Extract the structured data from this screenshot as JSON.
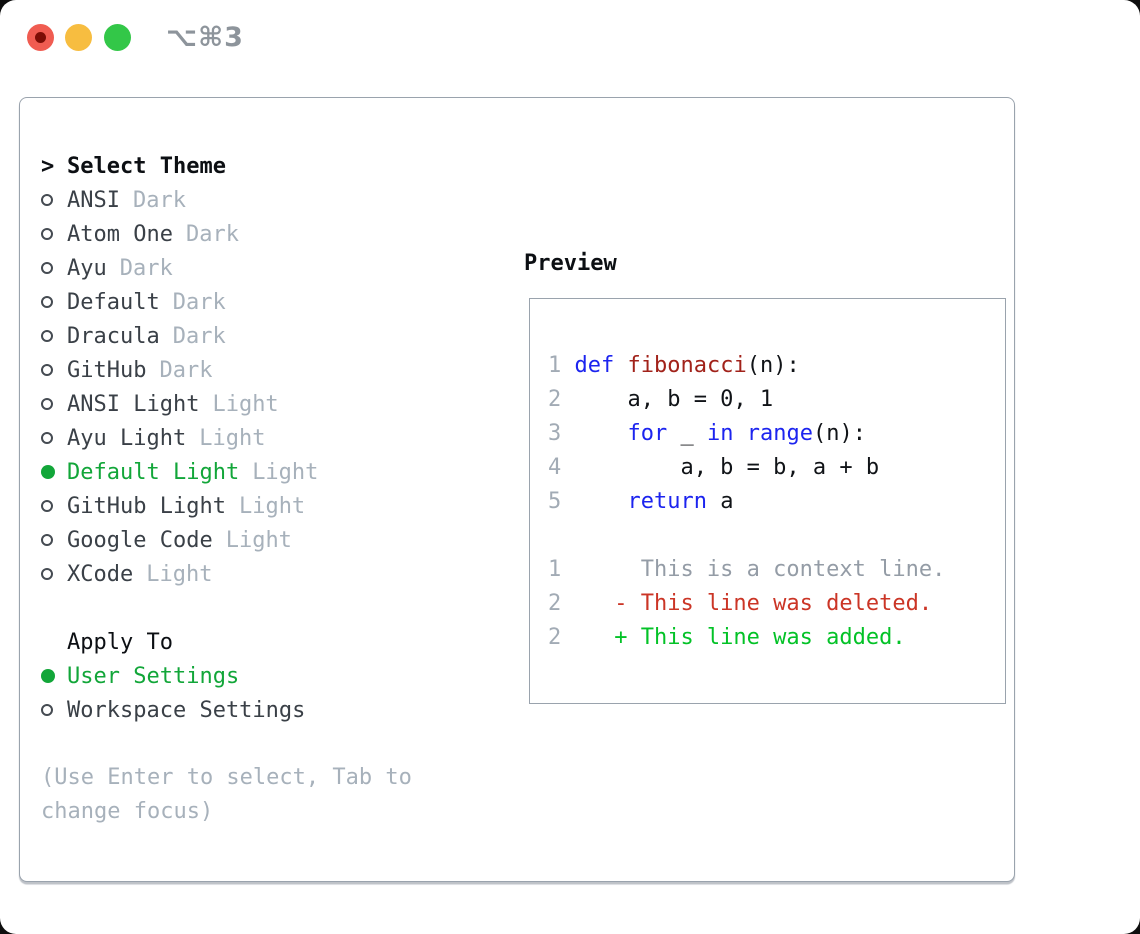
{
  "window": {
    "shortcut_label": "⌥⌘3"
  },
  "theme_panel": {
    "prompt_marker": ">",
    "title": "Select Theme",
    "themes": [
      {
        "label": "ANSI",
        "tag": "Dark",
        "selected": false
      },
      {
        "label": "Atom One",
        "tag": "Dark",
        "selected": false
      },
      {
        "label": "Ayu",
        "tag": "Dark",
        "selected": false
      },
      {
        "label": "Default",
        "tag": "Dark",
        "selected": false
      },
      {
        "label": "Dracula",
        "tag": "Dark",
        "selected": false
      },
      {
        "label": "GitHub",
        "tag": "Dark",
        "selected": false
      },
      {
        "label": "ANSI Light",
        "tag": "Light",
        "selected": false
      },
      {
        "label": "Ayu Light",
        "tag": "Light",
        "selected": false
      },
      {
        "label": "Default Light",
        "tag": "Light",
        "selected": true
      },
      {
        "label": "GitHub Light",
        "tag": "Light",
        "selected": false
      },
      {
        "label": "Google Code",
        "tag": "Light",
        "selected": false
      },
      {
        "label": "XCode",
        "tag": "Light",
        "selected": false
      }
    ],
    "apply_to": {
      "title": "Apply To",
      "options": [
        {
          "label": "User Settings",
          "selected": true
        },
        {
          "label": "Workspace Settings",
          "selected": false
        }
      ]
    },
    "hint": "(Use Enter to select, Tab to change focus)"
  },
  "preview": {
    "title": "Preview",
    "code_lines": [
      {
        "num": "1",
        "kind": "code",
        "tokens": [
          {
            "text": "def",
            "cls": "kw"
          },
          {
            "text": " ",
            "cls": "plain"
          },
          {
            "text": "fibonacci",
            "cls": "fn"
          },
          {
            "text": "(n):",
            "cls": "plain"
          }
        ]
      },
      {
        "num": "2",
        "kind": "code",
        "tokens": [
          {
            "text": "    a, b = 0, 1",
            "cls": "plain"
          }
        ]
      },
      {
        "num": "3",
        "kind": "code",
        "tokens": [
          {
            "text": "    ",
            "cls": "plain"
          },
          {
            "text": "for",
            "cls": "kw"
          },
          {
            "text": " _ ",
            "cls": "plain"
          },
          {
            "text": "in",
            "cls": "kw"
          },
          {
            "text": " ",
            "cls": "plain"
          },
          {
            "text": "range",
            "cls": "kw"
          },
          {
            "text": "(n):",
            "cls": "plain"
          }
        ]
      },
      {
        "num": "4",
        "kind": "code",
        "tokens": [
          {
            "text": "        a, b = b, a + b",
            "cls": "plain"
          }
        ]
      },
      {
        "num": "5",
        "kind": "code",
        "tokens": [
          {
            "text": "    ",
            "cls": "plain"
          },
          {
            "text": "return",
            "cls": "kw"
          },
          {
            "text": " a",
            "cls": "plain"
          }
        ]
      },
      {
        "num": "",
        "kind": "blank",
        "tokens": []
      },
      {
        "num": "1",
        "kind": "diff-context",
        "tokens": [
          {
            "text": "     This is a context line.",
            "cls": "ctx"
          }
        ]
      },
      {
        "num": "2",
        "kind": "diff-deleted",
        "tokens": [
          {
            "text": "   - This line was deleted.",
            "cls": "del"
          }
        ]
      },
      {
        "num": "2",
        "kind": "diff-added",
        "tokens": [
          {
            "text": "   + This line was added.",
            "cls": "add"
          }
        ]
      }
    ]
  },
  "colors": {
    "ink": "#0c0f13",
    "item": "#3a4047",
    "muted": "#a7b1bb",
    "muted_dark": "#8d949b",
    "green": "#12a639",
    "add_green": "#03c227",
    "del_red": "#cb3526",
    "fn_red": "#a1221a",
    "kw_blue": "#1c24ef",
    "code_ink": "#101317",
    "line_num": "#a2abb5",
    "ctx_gray": "#949ca6",
    "border": "#9aa3ad",
    "radio_ring": "#454b52",
    "tl_red": "#f05c51",
    "tl_red_dot": "#7c0d05",
    "tl_yellow": "#f7bd40",
    "tl_green": "#33c748"
  }
}
